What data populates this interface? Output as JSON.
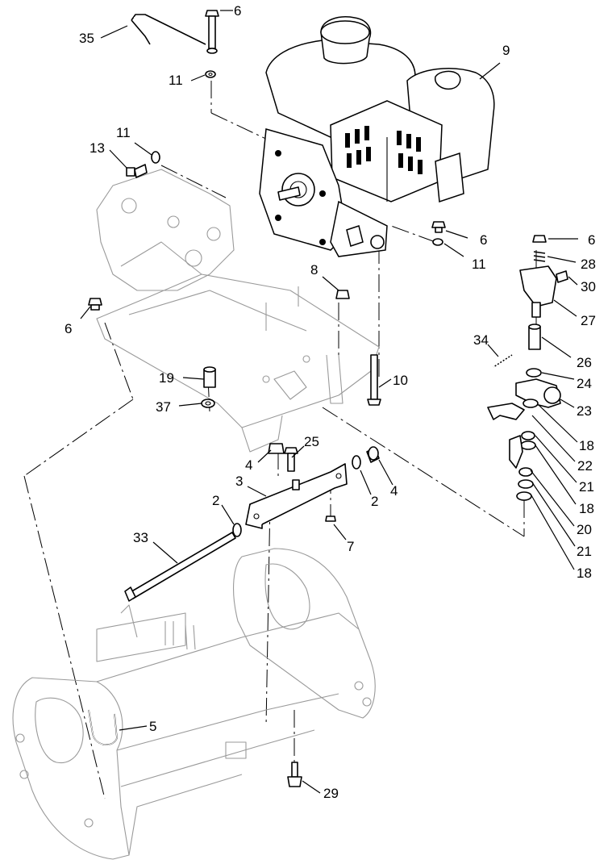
{
  "diagram": {
    "callouts": {
      "c35": "35",
      "c6_top": "6",
      "c11_top": "11",
      "c9": "9",
      "c13": "13",
      "c11_left": "11",
      "c6_engine": "6",
      "c11_engine": "11",
      "c6_right": "6",
      "c28": "28",
      "c30": "30",
      "c27": "27",
      "c8": "8",
      "c6_left": "6",
      "c34": "34",
      "c26": "26",
      "c24": "24",
      "c23": "23",
      "c19": "19",
      "c10": "10",
      "c37": "37",
      "c18_a": "18",
      "c22": "22",
      "c21_a": "21",
      "c18_b": "18",
      "c20": "20",
      "c21_b": "21",
      "c18_c": "18",
      "c25": "25",
      "c4_left": "4",
      "c3": "3",
      "c4_right": "4",
      "c2_left": "2",
      "c2_right": "2",
      "c33": "33",
      "c7": "7",
      "c5": "5",
      "c29": "29"
    }
  }
}
